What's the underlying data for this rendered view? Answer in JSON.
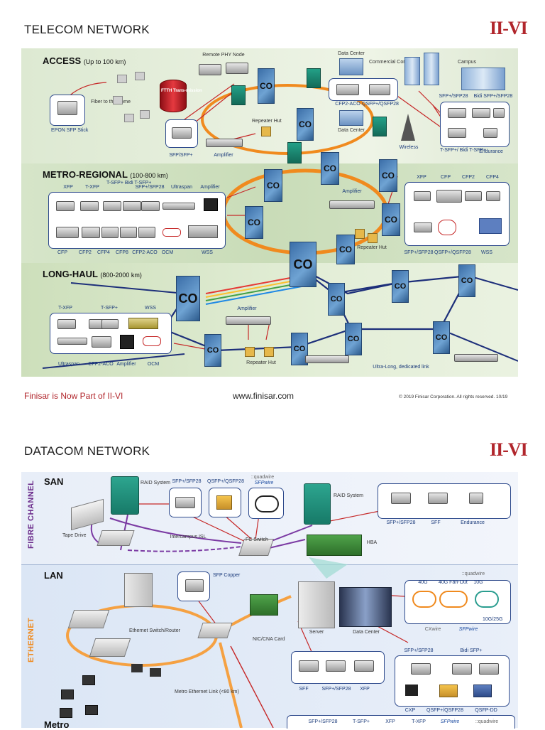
{
  "telecom": {
    "title": "TELECOM NETWORK",
    "logo": "II-VI",
    "access": {
      "name": "ACCESS",
      "range": "(Up to 100 km)"
    },
    "metro": {
      "name": "METRO-REGIONAL",
      "range": "(100-800 km)"
    },
    "longhaul": {
      "name": "LONG-HAUL",
      "range": "(800-2000 km)"
    },
    "labels": {
      "remote_phy": "Remote PHY Node",
      "data_center": "Data Center",
      "commercial": "Commercial Complex",
      "campus": "Campus",
      "fiber_home": "Fiber to the Home",
      "ftth": "FTTH Trans-mission",
      "epon": "EPON SFP Stick",
      "sfp_sfpplus": "SFP/SFP+",
      "amplifier": "Amplifier",
      "repeater_hut": "Repeater Hut",
      "cfp2aco": "CFP2-ACO",
      "qsfp": "QSFP+/QSFP28",
      "wireless": "Wireless",
      "sfp28": "SFP+/SFP28",
      "bidi_sfp28": "Bidi SFP+/SFP28",
      "tsfp_bidi": "T-SFP+/ Bidi T-SFP+",
      "endurance": "Endurance",
      "ultra_long": "Ultra-Long, dedicated link",
      "co": "CO"
    },
    "metro_left_top": [
      "XFP",
      "T-XFP",
      "T-SFP+ Bidi T-SFP+",
      "SFP+/SFP28",
      "Ultraspan",
      "Amplifier"
    ],
    "metro_left_bottom": [
      "CFP",
      "CFP2",
      "CFP4",
      "CFP8",
      "CFP2-ACO",
      "OCM",
      "WSS"
    ],
    "metro_right_top": [
      "XFP",
      "CFP",
      "CFP2",
      "CFP4"
    ],
    "metro_right_bottom": [
      "SFP+/SFP28",
      "QSFP+/QSFP28",
      "WSS"
    ],
    "lh_top": [
      "T-XFP",
      "T-SFP+",
      "WSS"
    ],
    "lh_bottom": [
      "Ultraspan",
      "CFP2-ACO",
      "Amplifier",
      "OCM"
    ]
  },
  "footer": {
    "left": "Finisar is Now Part of II-VI",
    "center": "www.finisar.com",
    "right": "© 2019 Finisar Corporation. All rights reserved.  10/19"
  },
  "datacom": {
    "title": "DATACOM NETWORK",
    "logo": "II-VI",
    "san": "SAN",
    "lan": "LAN",
    "metro": "Metro",
    "fibre_channel": "FIBRE CHANNEL",
    "ethernet": "ETHERNET",
    "labels": {
      "raid1": "RAID System",
      "raid2": "RAID System",
      "sfp28": "SFP+/SFP28",
      "qsfp28": "QSFP+/QSFP28",
      "quadwire": "::quadwire",
      "sfpwire": "SFPwire",
      "tape": "Tape Drive",
      "isl": "Intercampus ISL",
      "fc_switch": "FC Switch",
      "hba": "HBA",
      "sff": "SFF",
      "endurance": "Endurance",
      "sfp_copper": "SFP Copper",
      "eth_switch": "Ethernet Switch/Router",
      "nic": "NIC/CNA Card",
      "server": "Server",
      "data_center": "Data Center",
      "g40": "40G",
      "g40fan": "40G Fan-Out",
      "g10": "10G",
      "g10_25": "10G/25G",
      "cwire": "CXwire",
      "metro_eth": "Metro Ethernet Link (<80 km)",
      "sff2": "SFF",
      "sfp28b": "SFP+/SFP28",
      "xfp": "XFP",
      "sfp28c": "SFP+/SFP28",
      "bidi": "Bidi SFP+",
      "cxp": "CXP",
      "qsfp28b": "QSFP+/QSFP28",
      "qsfpdd": "QSFP-DD",
      "b_sfp28": "SFP+/SFP28",
      "b_tsfp": "T-SFP+",
      "b_xfp": "XFP",
      "b_txfp": "T-XFP",
      "b_sfpwire": "SFPwire",
      "b_quad": "::quadwire"
    }
  }
}
